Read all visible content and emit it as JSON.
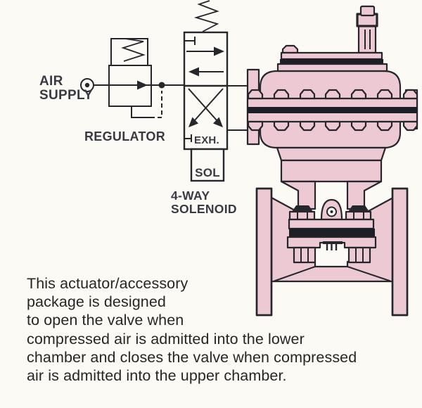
{
  "labels": {
    "air_supply_line1": "AIR",
    "air_supply_line2": "SUPPLY",
    "regulator": "REGULATOR",
    "exhaust": "EXH.",
    "sol": "SOL",
    "solenoid_line1": "4-WAY",
    "solenoid_line2": "SOLENOID"
  },
  "caption": {
    "lines": [
      "This actuator/accessory",
      "package is designed",
      "to open the valve when",
      "compressed air is admitted into the lower",
      "chamber and closes the valve when compressed",
      "air is admitted into the upper chamber."
    ]
  },
  "symbols": {
    "air_supply_port": "circle-with-dot",
    "regulator": "box-with-spring",
    "solenoid_valve": "4-way-valve-box-with-flow-arrows",
    "return_spring": "zigzag-spring",
    "exhaust_paths": "crossed-arrows",
    "actuator": "pink-diaphragm-actuator-on-diaphragm-valve"
  },
  "colors": {
    "valve_pink": "#edc9d3",
    "ink": "#26262d",
    "label_ink": "#393a43",
    "caption_ink": "#262626",
    "background": "#fbfaf5",
    "band_black": "#1e1e26"
  }
}
